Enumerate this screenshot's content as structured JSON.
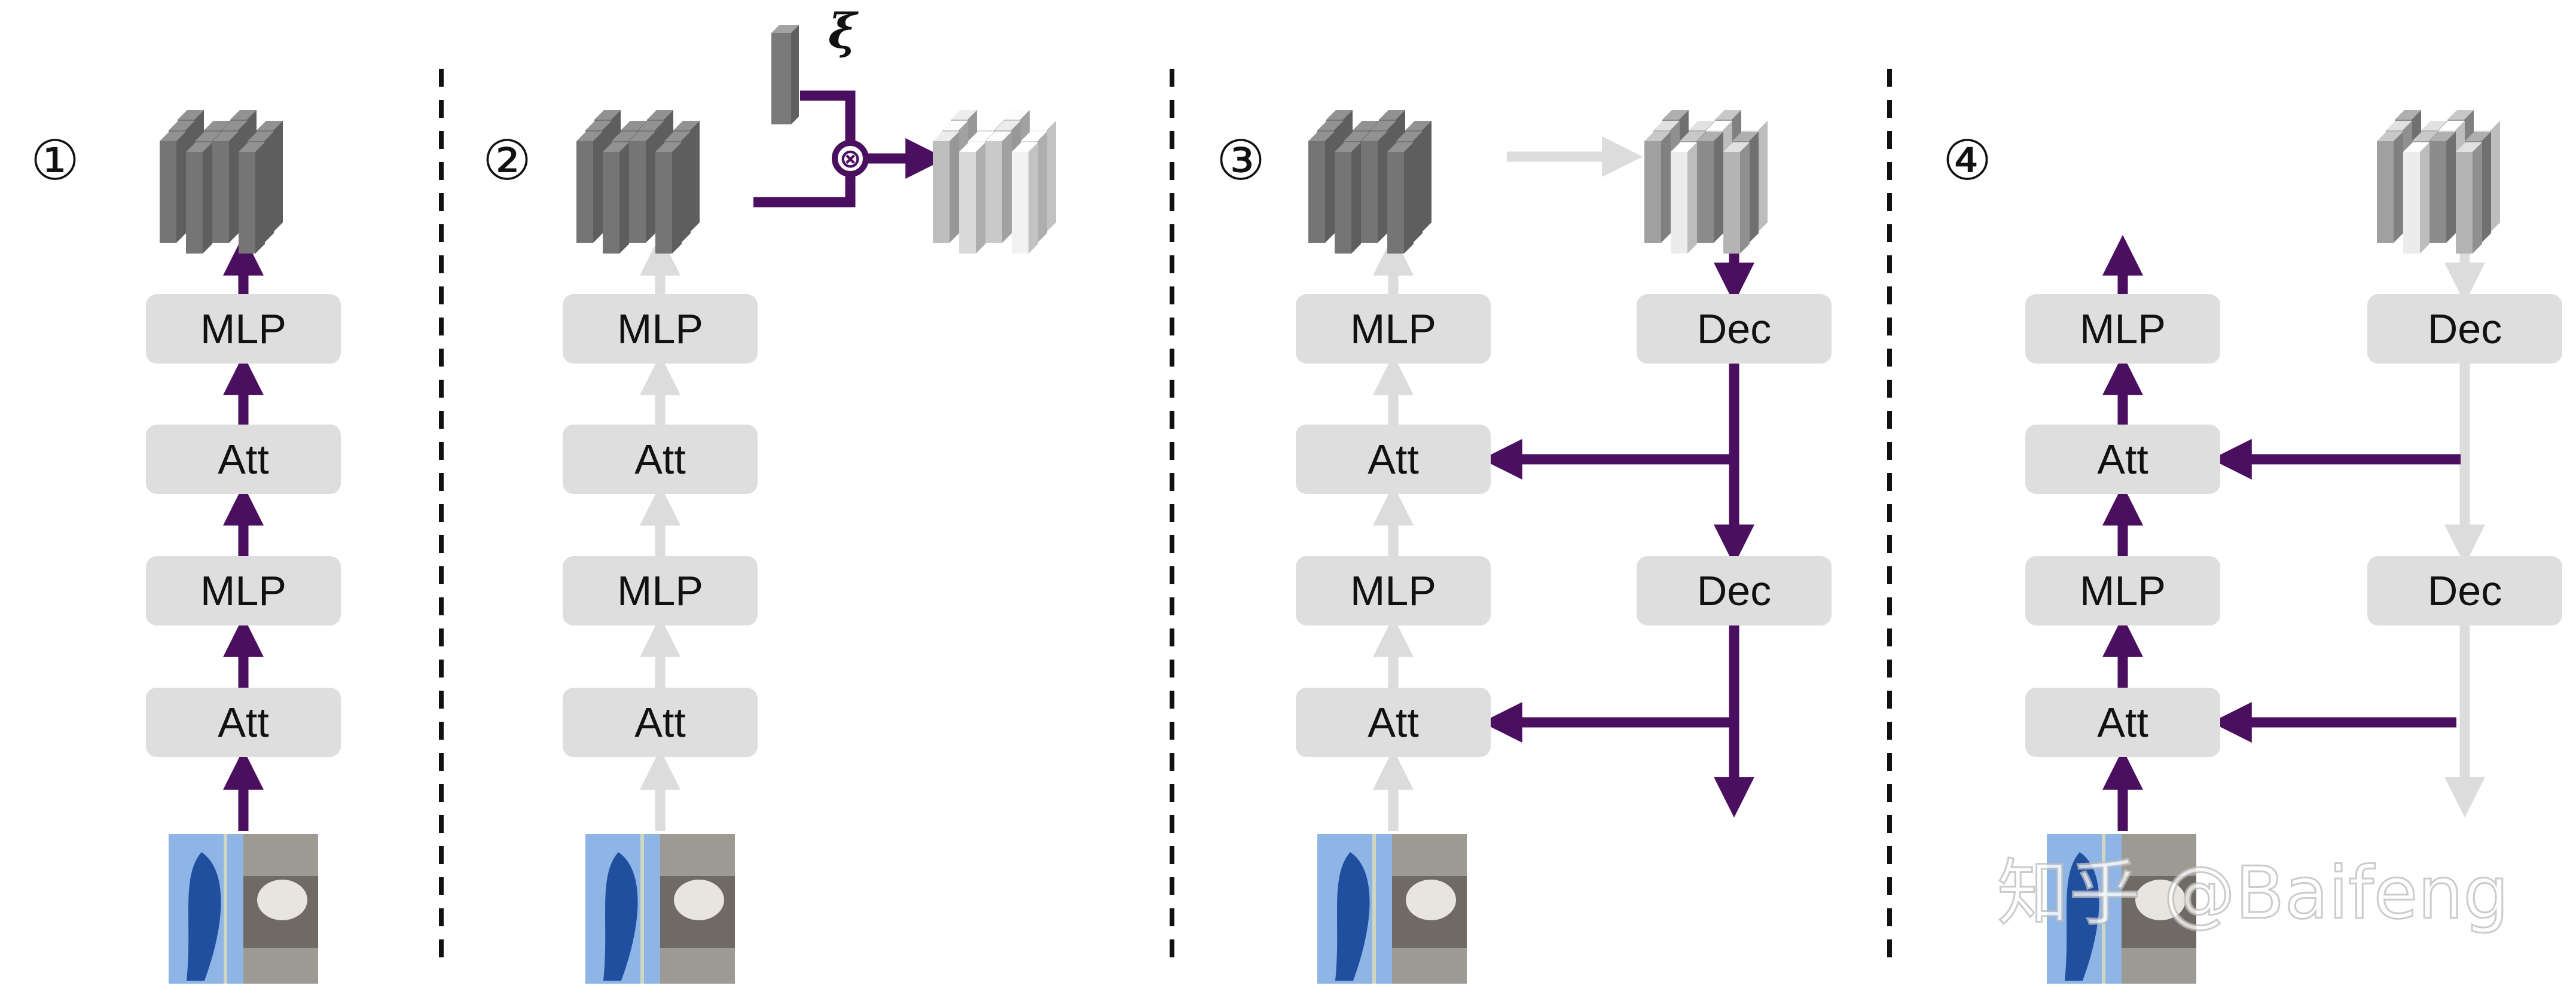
{
  "panels": [
    {
      "number": "①",
      "blocks": [
        "MLP",
        "Att",
        "MLP",
        "Att"
      ]
    },
    {
      "number": "②",
      "blocks": [
        "MLP",
        "Att",
        "MLP",
        "Att"
      ],
      "noise_symbol": "ξ",
      "operator_symbol": "⊗"
    },
    {
      "number": "③",
      "blocks": [
        "MLP",
        "Att",
        "MLP",
        "Att"
      ],
      "decoder_blocks": [
        "Dec",
        "Dec"
      ]
    },
    {
      "number": "④",
      "blocks": [
        "MLP",
        "Att",
        "MLP",
        "Att"
      ],
      "decoder_blocks": [
        "Dec",
        "Dec"
      ]
    }
  ],
  "watermark": "知乎 @Baifeng",
  "colors": {
    "active_arrow": "#4b0f5f",
    "inactive_arrow": "#dcdcdc",
    "block_fill": "#dedede",
    "feature_dark": "#757575",
    "divider": "#111111"
  },
  "icons": [
    "feature-map-icon",
    "input-image-icon",
    "noise-vector-icon",
    "multiply-icon"
  ]
}
